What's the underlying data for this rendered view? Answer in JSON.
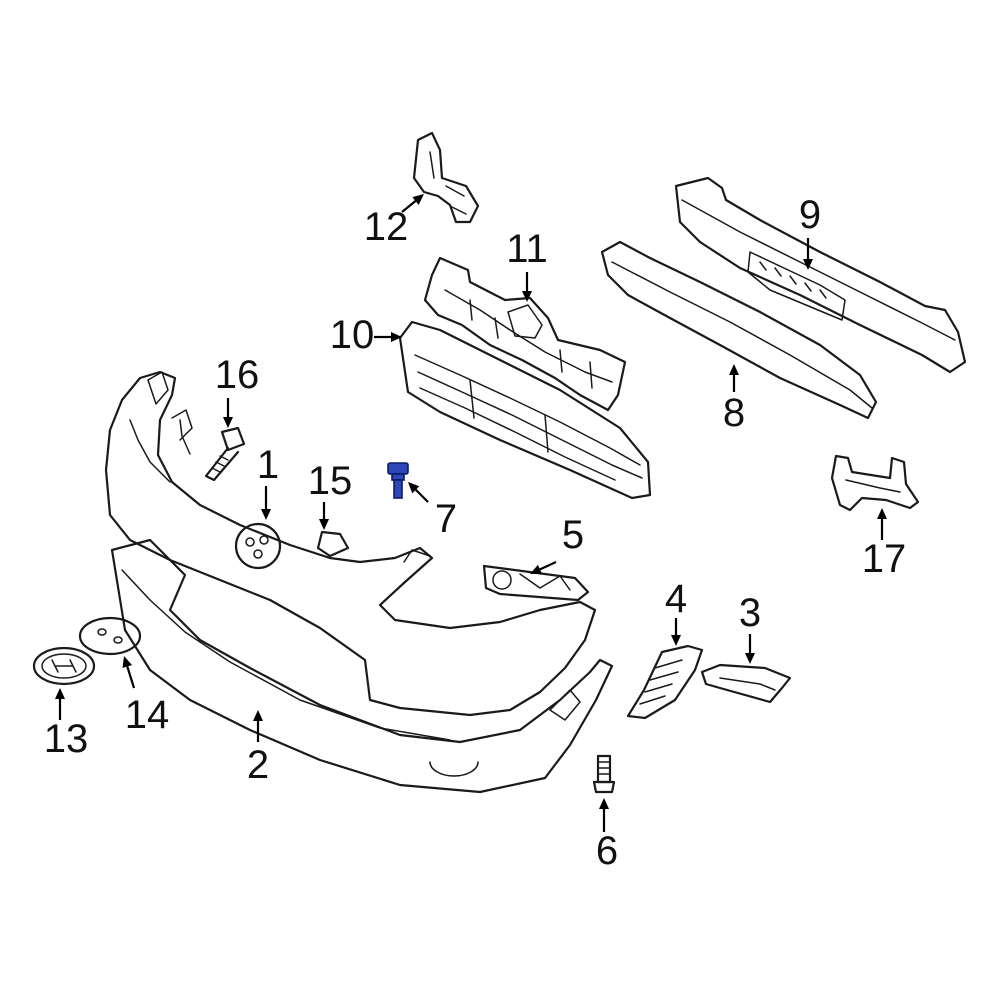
{
  "diagram": {
    "highlight_color": "#2e46b8",
    "highlighted_part": "7",
    "callouts": [
      {
        "label": "1"
      },
      {
        "label": "2"
      },
      {
        "label": "3"
      },
      {
        "label": "4"
      },
      {
        "label": "5"
      },
      {
        "label": "6"
      },
      {
        "label": "7"
      },
      {
        "label": "8"
      },
      {
        "label": "9"
      },
      {
        "label": "10"
      },
      {
        "label": "11"
      },
      {
        "label": "12"
      },
      {
        "label": "13"
      },
      {
        "label": "14"
      },
      {
        "label": "15"
      },
      {
        "label": "16"
      },
      {
        "label": "17"
      }
    ]
  }
}
